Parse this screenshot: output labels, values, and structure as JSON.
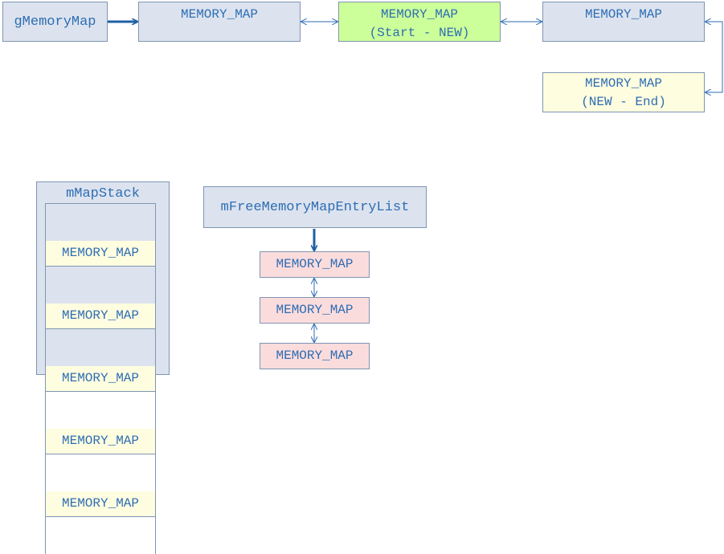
{
  "gmemorymap": {
    "label": "gMemoryMap"
  },
  "chain": [
    {
      "lines": [
        "MEMORY_MAP",
        ""
      ]
    },
    {
      "lines": [
        "MEMORY_MAP",
        "(Start - NEW)"
      ]
    },
    {
      "lines": [
        "MEMORY_MAP",
        ""
      ]
    },
    {
      "lines": [
        "MEMORY_MAP",
        "(NEW - End)"
      ]
    }
  ],
  "map_stack": {
    "title": "mMapStack",
    "items": [
      "MEMORY_MAP",
      "MEMORY_MAP",
      "MEMORY_MAP",
      "MEMORY_MAP",
      "MEMORY_MAP"
    ]
  },
  "free_list": {
    "title": "mFreeMemoryMapEntryList",
    "items": [
      "MEMORY_MAP",
      "MEMORY_MAP",
      "MEMORY_MAP"
    ]
  },
  "colors": {
    "text": "#2e6db4",
    "box_border": "#7f95b3",
    "blue_fill": "#dce3ee",
    "green_fill": "#ccff99",
    "yellow_fill": "#fffde0",
    "pink_fill": "#fbdcdc",
    "arrow": "#1f5fa6"
  }
}
